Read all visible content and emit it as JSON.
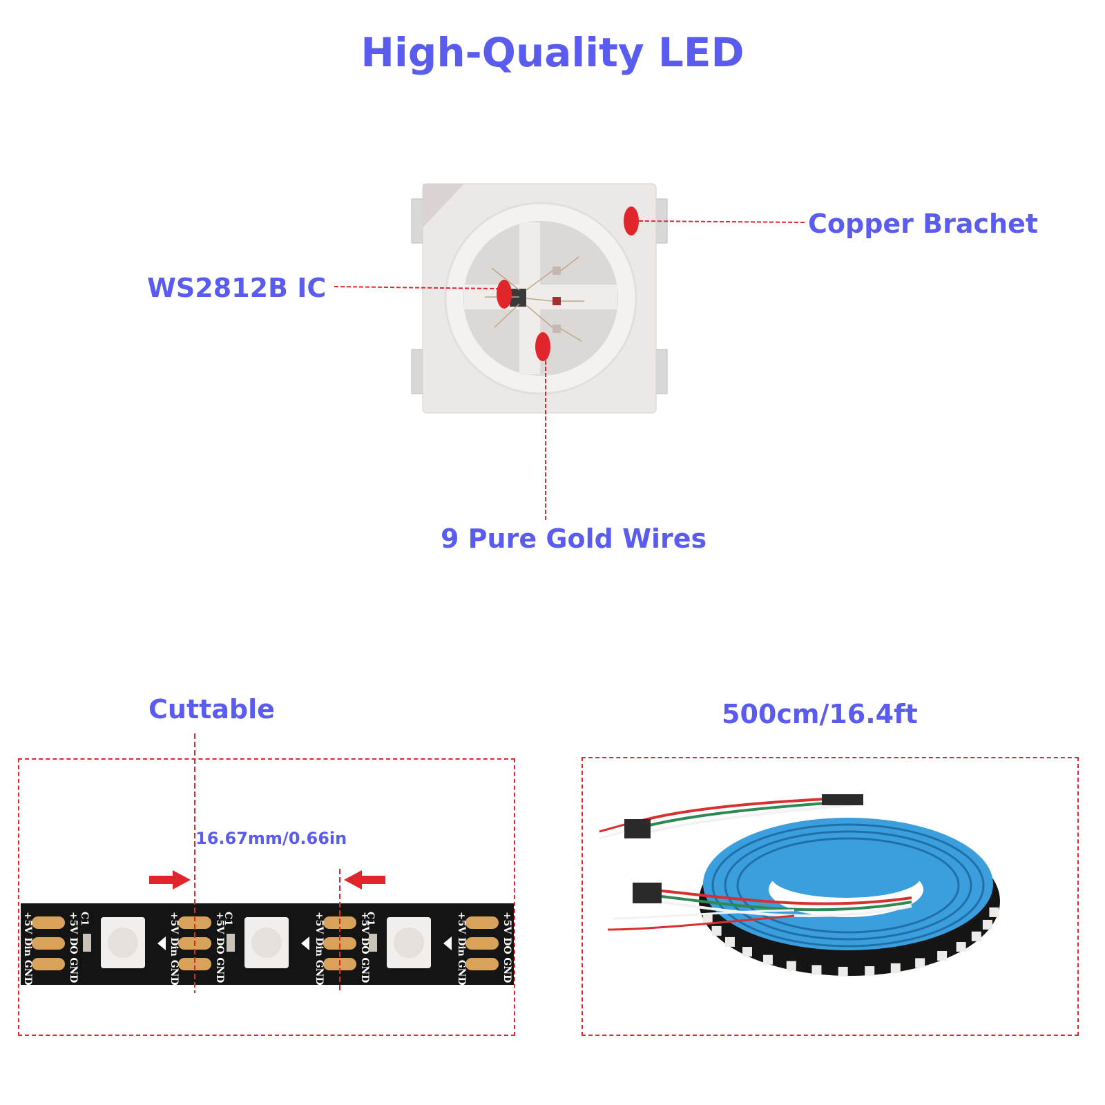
{
  "title": "High-Quality LED",
  "callouts": {
    "copper_bracket": "Copper Brachet",
    "ic": "WS2812B IC",
    "gold_wires": "9 Pure Gold Wires"
  },
  "cuttable": {
    "label": "Cuttable",
    "pitch": "16.67mm/0.66in",
    "pads": [
      "+5V",
      "Din",
      "GND"
    ],
    "pads_out": [
      "+5V",
      "DO",
      "GND"
    ],
    "cap_label": "C1"
  },
  "reel": {
    "length": "500cm/16.4ft"
  },
  "colors": {
    "label": "#5a5cf0",
    "marker": "#e0262a",
    "strip": "#141414",
    "pad": "#d9a25a",
    "reel_tape": "#3a9fdc"
  }
}
